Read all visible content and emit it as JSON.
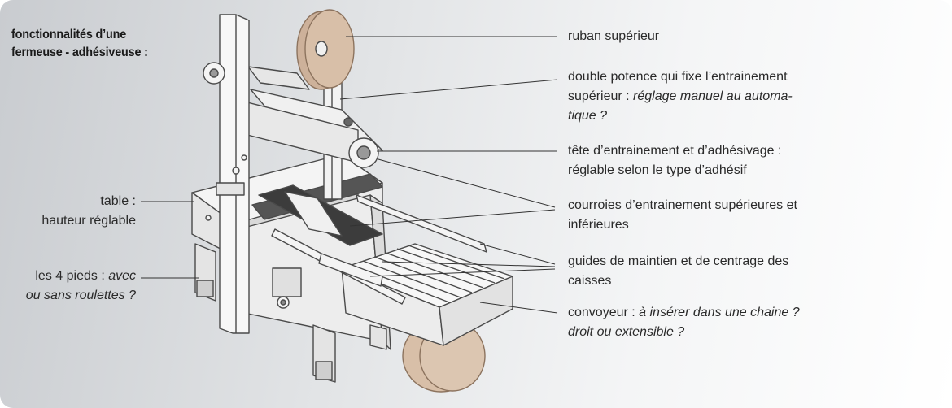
{
  "title": {
    "line1": "fonctionnalités d’une",
    "line2": "fermeuse - adhésiveuse :"
  },
  "labels": {
    "ruban_superieur": "ruban supérieur",
    "double_potence": {
      "line1": "double potence qui fixe l’entrainement",
      "line2_plain": "supérieur : ",
      "line2_italic": "réglage manuel au automa-",
      "line3_italic": "tique ?"
    },
    "tete": {
      "line1": "tête d’entrainement et d’adhésivage :",
      "line2": "réglable selon le type d’adhésif"
    },
    "courroies": {
      "line1": "courroies d’entrainement supérieures et",
      "line2": "inférieures"
    },
    "guides": {
      "line1": "guides de maintien et de centrage des",
      "line2": "caisses"
    },
    "convoyeur": {
      "line1_plain": "convoyeur : ",
      "line1_italic": "à insérer dans une chaine ?",
      "line2_italic": "droit ou extensible ?"
    },
    "table": {
      "line1": "table :",
      "line2": "hauteur réglable"
    },
    "pieds": {
      "line1_plain": "les 4 pieds : ",
      "line1_italic": "avec",
      "line2_italic": "ou sans roulettes ?"
    }
  },
  "colors": {
    "tape": "#d8bfa8",
    "tape_edge": "#8c735e",
    "line": "#333333",
    "machine_fill": "#f4f4f4",
    "machine_stroke": "#4a4a4a"
  }
}
